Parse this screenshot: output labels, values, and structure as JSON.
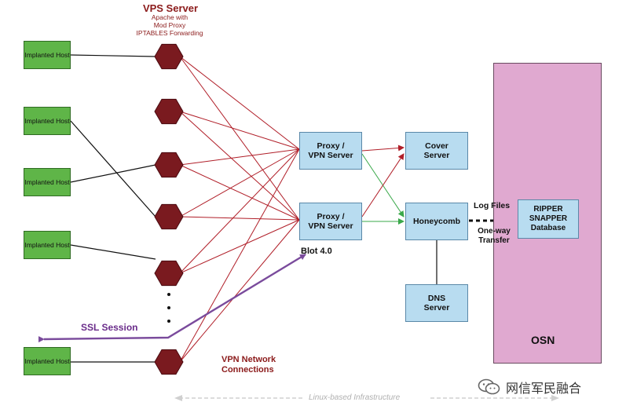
{
  "vps": {
    "title": "VPS Server",
    "subtitle": "Apache with\nMod Proxy\nIPTABLES Forwarding"
  },
  "hosts": [
    {
      "label": "Implanted\nHost"
    },
    {
      "label": "Implanted\nHost"
    },
    {
      "label": "Implanted\nHost"
    },
    {
      "label": "Implanted\nHost"
    },
    {
      "label": "Implanted\nHost"
    }
  ],
  "proxies": [
    {
      "label": "Proxy /\nVPN Server"
    },
    {
      "label": "Proxy /\nVPN Server"
    }
  ],
  "cover_server": "Cover\nServer",
  "honeycomb": "Honeycomb",
  "dns_server": "DNS\nServer",
  "ripper": "RIPPER\nSNAPPER\nDatabase",
  "osn": "OSN",
  "labels": {
    "vpn_connections": "VPN Network\nConnections",
    "ssl_session": "SSL Session",
    "blot": "Blot 4.0",
    "log_files": "Log Files",
    "one_way": "One-way\nTransfer",
    "infrastructure": "Linux-based Infrastructure"
  },
  "watermark": "网信军民融合",
  "colors": {
    "host_green": "#5fb548",
    "node_red": "#7a1a1f",
    "line_red": "#b01e28",
    "line_green": "#3aa84a",
    "ssl_purple": "#7a4b9c",
    "box_blue": "#b8dcf0",
    "osn_pink": "#e0a9d0"
  },
  "icons": [
    "hexagon-node-icon",
    "wechat-icon"
  ]
}
